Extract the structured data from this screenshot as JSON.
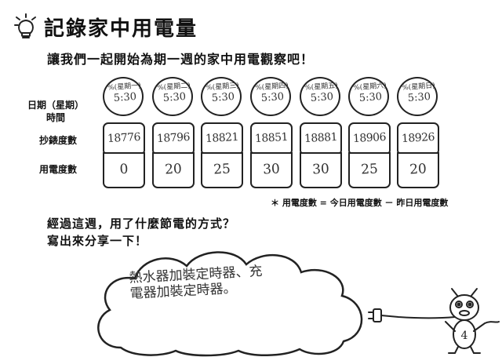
{
  "title": "記錄家中用電量",
  "intro": "讓我們一起開始為期一週的家中用電觀察吧！",
  "rows": {
    "date_time_label_line1": "日期（星期）",
    "date_time_label_line2": "時間",
    "meter_reading_label": "抄錶度數",
    "usage_label": "用電度數"
  },
  "days": [
    {
      "date": "%(星期一)",
      "time": "5:30",
      "reading": "18776",
      "usage": "0"
    },
    {
      "date": "%(星期二)",
      "time": "5:30",
      "reading": "18796",
      "usage": "20"
    },
    {
      "date": "%(星期三)",
      "time": "5:30",
      "reading": "18821",
      "usage": "25"
    },
    {
      "date": "%(星期四)",
      "time": "5:30",
      "reading": "18851",
      "usage": "30"
    },
    {
      "date": "%(星期五)",
      "time": "5:30",
      "reading": "18881",
      "usage": "30"
    },
    {
      "date": "%(星期六)",
      "time": "5:30",
      "reading": "18906",
      "usage": "25"
    },
    {
      "date": "%(星期日)",
      "time": "5:30",
      "reading": "18926",
      "usage": "20"
    }
  ],
  "note": "＊ 用電度數 = 今日用電度數 － 昨日用電度數",
  "question_line1": "經過這週，用了什麼節電的方式？",
  "question_line2": "寫出來分享一下！",
  "answer_line1": "熱水器加裝定時器、充",
  "answer_line2": "電器加裝定時器。",
  "mascot_number": "4"
}
